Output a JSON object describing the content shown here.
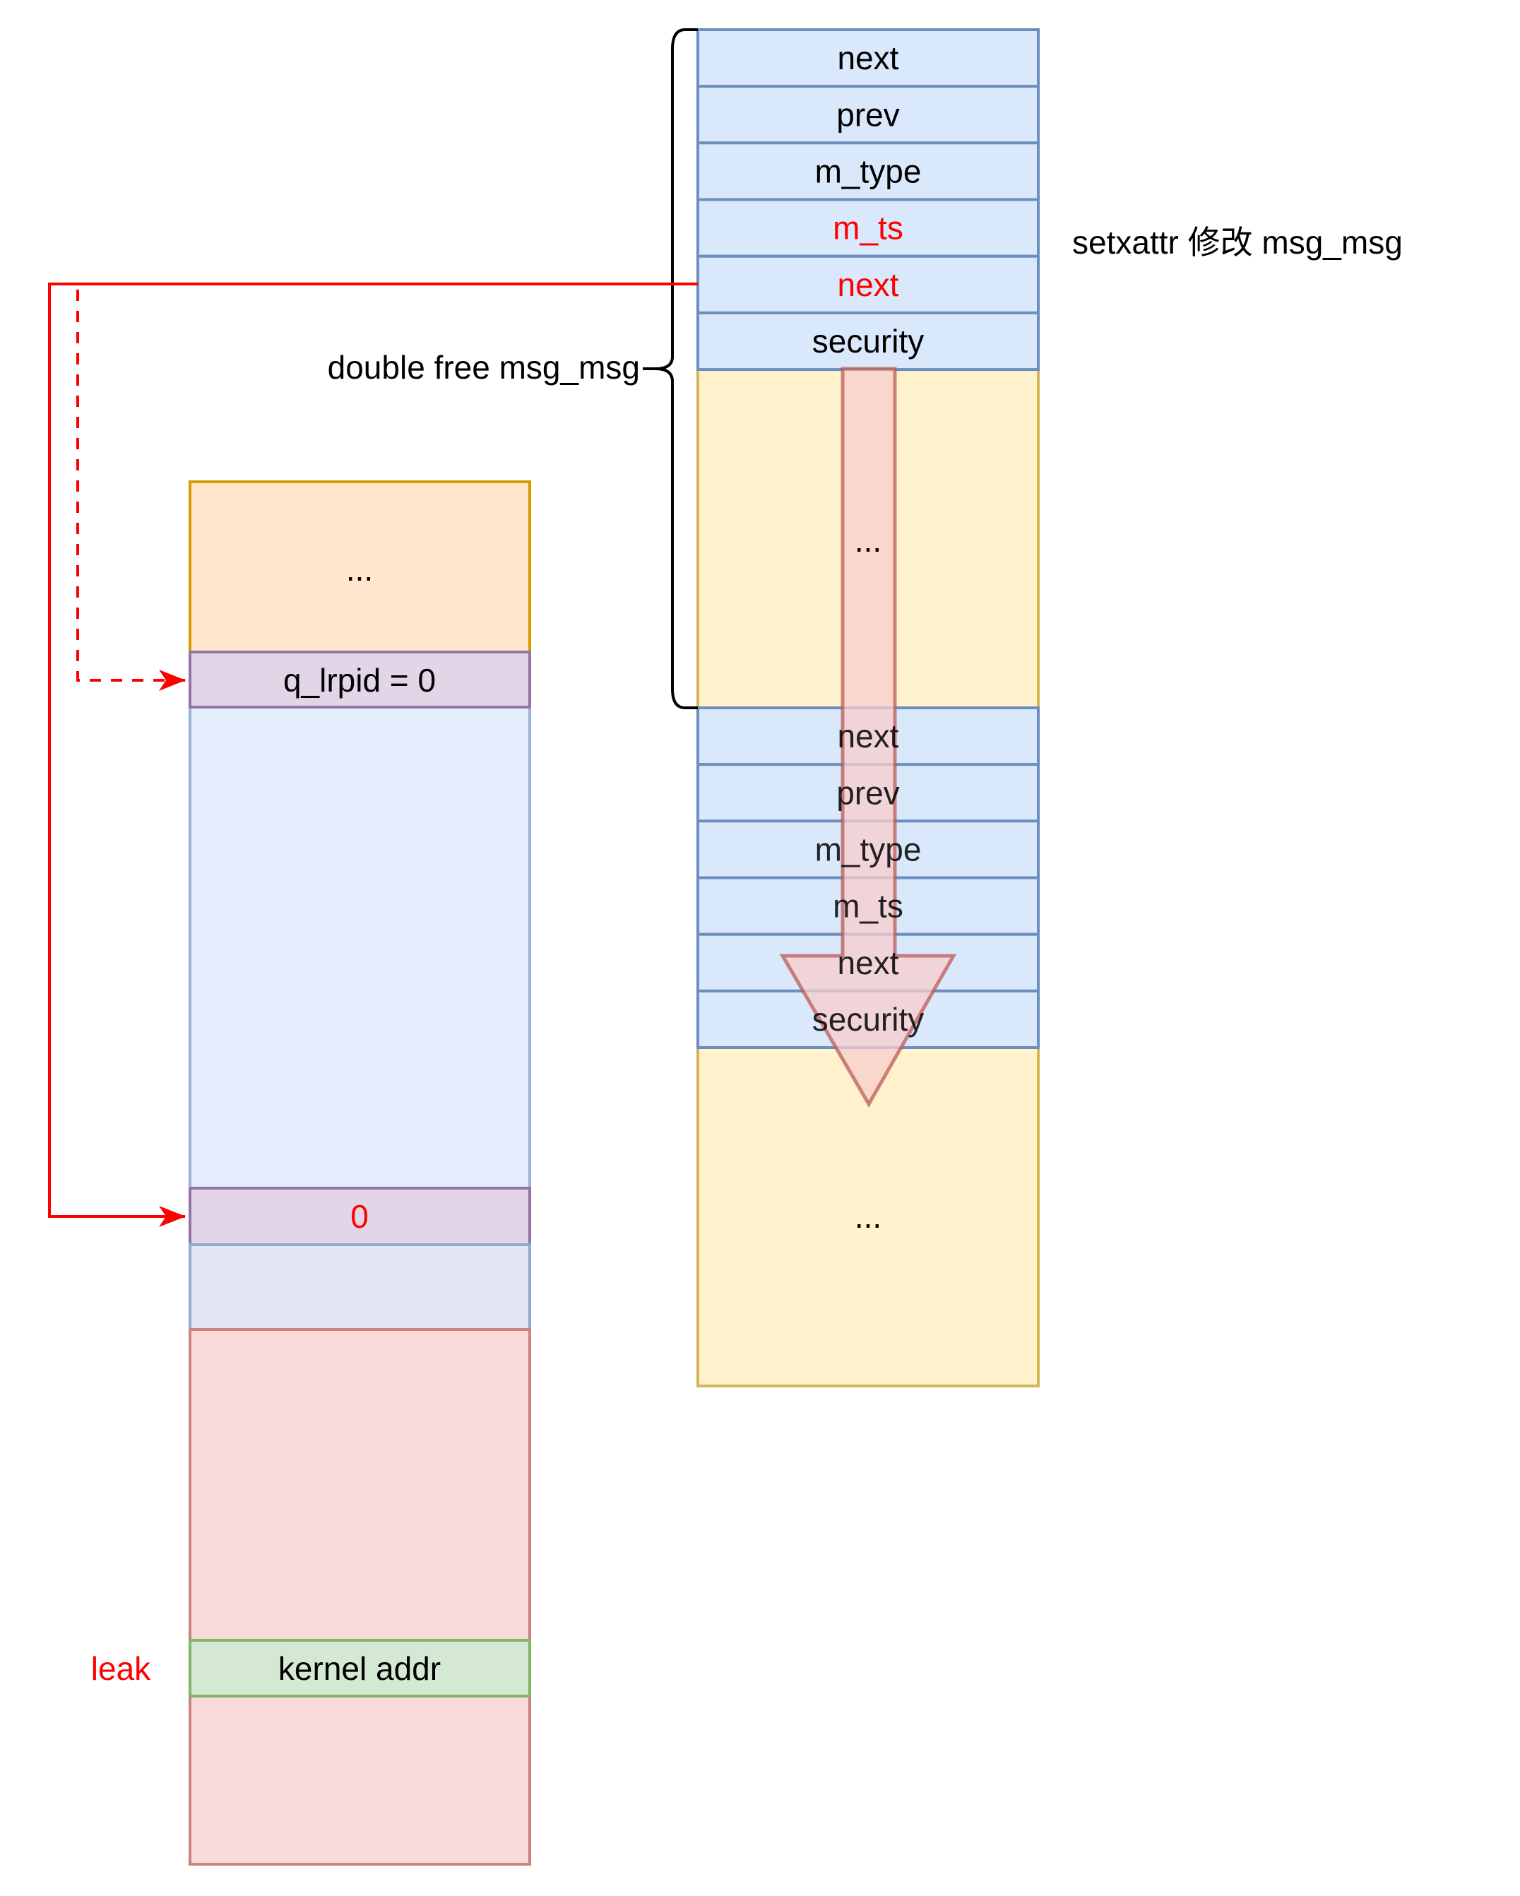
{
  "diagram": {
    "labels": {
      "double_free": "double free msg_msg",
      "setxattr": "setxattr 修改 msg_msg",
      "leak": "leak"
    },
    "msg_msg_block_1": {
      "fields": [
        {
          "name": "next",
          "highlight": false
        },
        {
          "name": "prev",
          "highlight": false
        },
        {
          "name": "m_type",
          "highlight": false
        },
        {
          "name": "m_ts",
          "highlight": true
        },
        {
          "name": "next",
          "highlight": true
        },
        {
          "name": "security",
          "highlight": false
        }
      ],
      "payload": "..."
    },
    "msg_msg_block_2": {
      "fields": [
        {
          "name": "next"
        },
        {
          "name": "prev"
        },
        {
          "name": "m_type"
        },
        {
          "name": "m_ts"
        },
        {
          "name": "next"
        },
        {
          "name": "security"
        }
      ],
      "payload": "..."
    },
    "msg_queue": {
      "header": "...",
      "q_lrpid": "q_lrpid = 0",
      "zero_field": "0",
      "kernel_addr": "kernel addr"
    },
    "colors": {
      "highlight_text": "#ff0000",
      "arrow_red": "#ff0000",
      "blue_fill": "#dae8fc",
      "blue_stroke": "#6c8ebf",
      "yellow_fill": "#fff2cc",
      "yellow_stroke": "#d6b656",
      "orange_fill": "#ffe6cc",
      "orange_stroke": "#d79b00",
      "purple_fill": "#e1d5e7",
      "purple_stroke": "#9673a6",
      "green_fill": "#d5e8d4",
      "green_stroke": "#82b366",
      "pink_fill": "#f8dada",
      "pink_stroke": "#cc8280"
    }
  }
}
